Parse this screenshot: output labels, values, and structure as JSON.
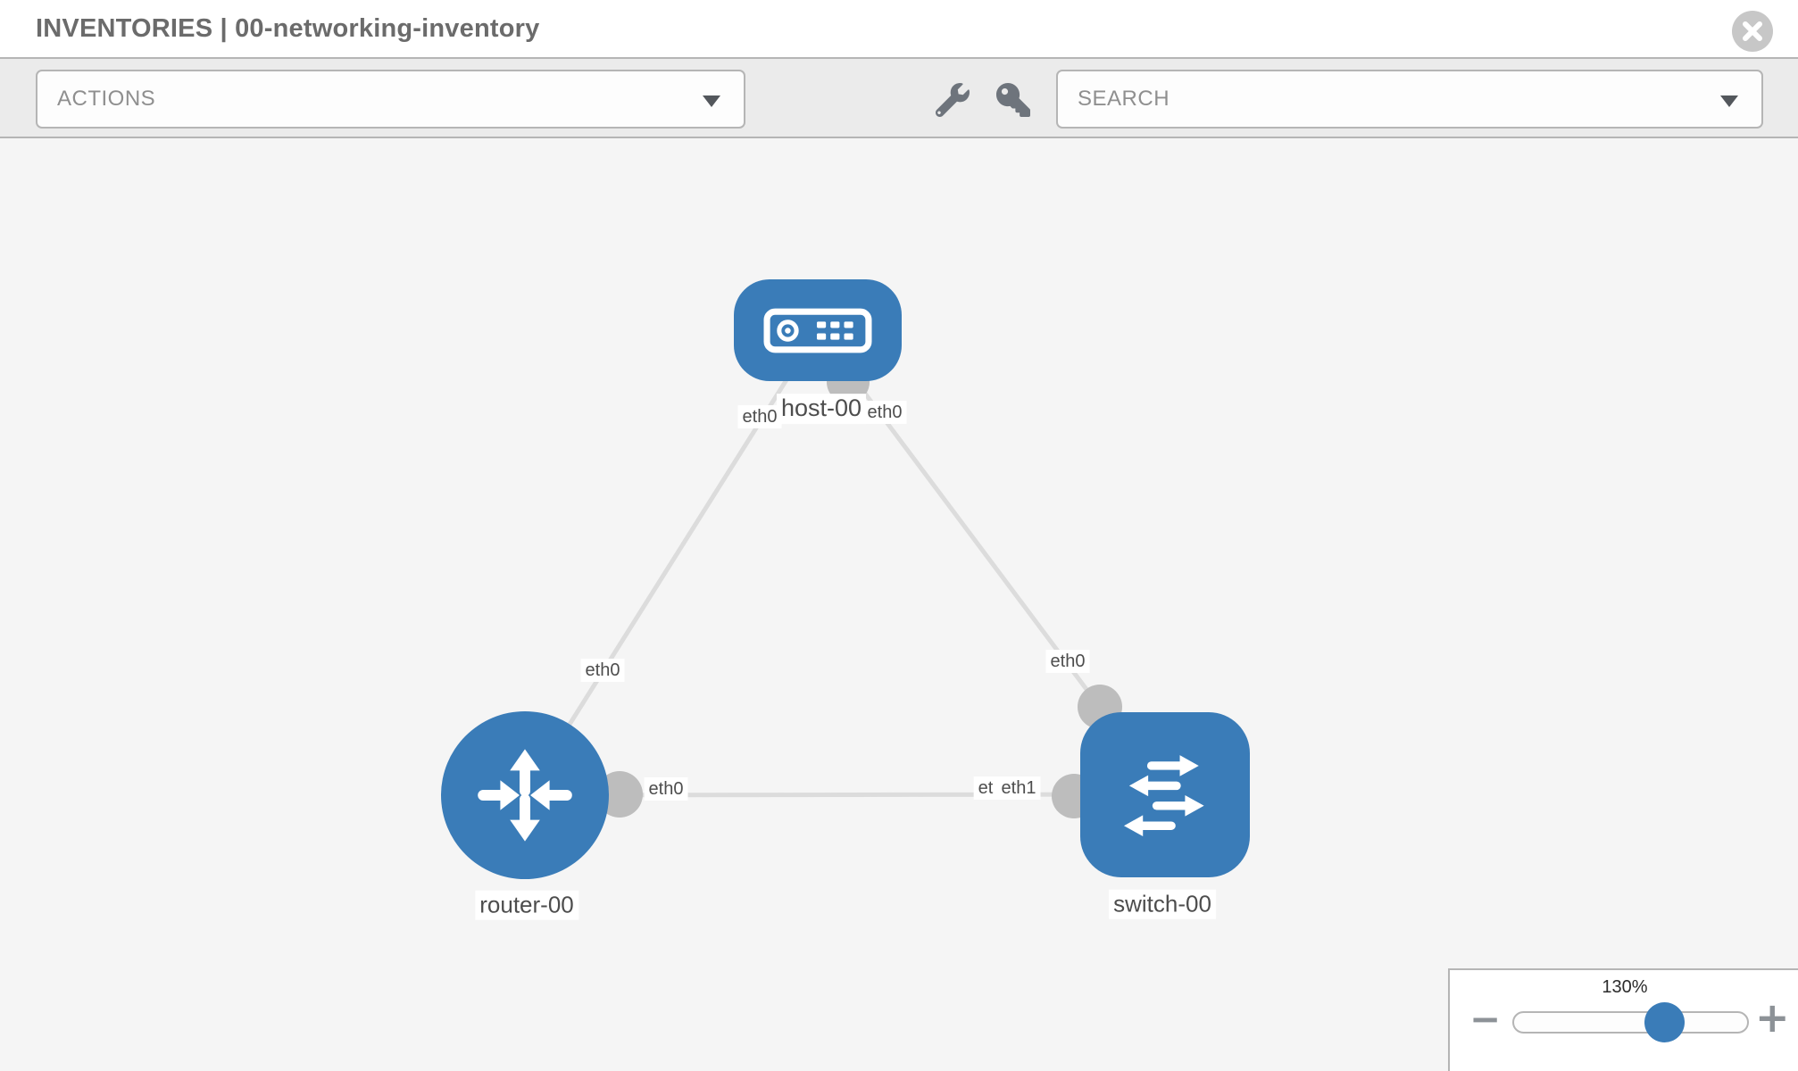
{
  "header": {
    "title": "INVENTORIES | 00-networking-inventory"
  },
  "toolbar": {
    "actions_label": "ACTIONS",
    "search_label": "SEARCH"
  },
  "icons": {
    "close": "close-icon",
    "wrench": "wrench-icon",
    "key": "key-icon",
    "caret": "caret-down-icon",
    "server": "server-icon",
    "route_arrows": "route-arrows-icon",
    "switch_arrows": "switch-arrows-icon",
    "minus": "minus-icon",
    "plus": "plus-icon"
  },
  "colors": {
    "node_blue": "#3a7cb8",
    "thumb_blue": "#3a7cb8",
    "link_gray": "#dcdcdc",
    "port_gray": "#bdbdbd",
    "toolbar_bg": "#ebebeb",
    "canvas_bg": "#f5f5f5",
    "border_gray": "#b5b5b5",
    "title_gray": "#6b6b6b"
  },
  "graph": {
    "nodes": [
      {
        "id": "host-00",
        "label": "host-00",
        "type": "host",
        "shape": "rounded-rect",
        "icon": "server-icon"
      },
      {
        "id": "router-00",
        "label": "router-00",
        "type": "router",
        "shape": "circle",
        "icon": "route-arrows-icon"
      },
      {
        "id": "switch-00",
        "label": "switch-00",
        "type": "switch",
        "shape": "rounded-square",
        "icon": "switch-arrows-icon"
      }
    ],
    "links": [
      {
        "source": "router-00",
        "target": "host-00",
        "source_if": "eth0",
        "target_if": "eth0"
      },
      {
        "source": "host-00",
        "target": "switch-00",
        "source_if": "eth0",
        "target_if": "eth0"
      },
      {
        "source": "router-00",
        "target": "switch-00",
        "source_if": "eth0",
        "target_if": "eth1",
        "target_if_overlap_fragment": "et"
      }
    ]
  },
  "zoom_control": {
    "percent_label": "130%",
    "value": 130,
    "minus_label": "−",
    "plus_label": "+"
  }
}
